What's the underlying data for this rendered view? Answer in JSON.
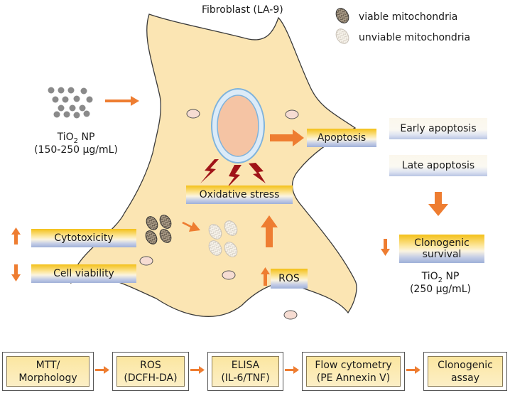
{
  "title": "Fibroblast (LA-9)",
  "legend": {
    "viable": "viable  mitochondria",
    "unviable": "unviable  mitochondria"
  },
  "treatment_left": {
    "name": "TiO",
    "sub": "2",
    "suffix": " NP",
    "dose": "(150-250 μg/mL)"
  },
  "treatment_right": {
    "name": "TiO",
    "sub": "2",
    "suffix": " NP",
    "dose": "(250 μg/mL)"
  },
  "labels": {
    "apoptosis": "Apoptosis",
    "early_apoptosis": "Early apoptosis",
    "late_apoptosis": "Late apoptosis",
    "oxidative_stress": "Oxidative   stress",
    "cytotoxicity": "Cytotoxicity",
    "cell_viability": "Cell viability",
    "ros": "ROS",
    "clonogenic_survival": "Clonogenic\nsurvival"
  },
  "assay_steps": [
    "MTT/\nMorphology",
    "ROS\n(DCFH-DA)",
    "ELISA\n(IL-6/TNF)",
    "Flow cytometry\n(PE Annexin V)",
    "Clonogenic\nassay"
  ],
  "colors": {
    "cell_fill": "#fbe5b3",
    "cell_stroke": "#3a3a3a",
    "nucleus": "#f5c4a4",
    "nucleus_ring": "#7fb3dc",
    "arrow": "#ee7d31",
    "lightning": "#a01418",
    "nanoparticle": "#8a8a8a",
    "bar_yellow": "#f3c017",
    "bar_blue": "#9fb0d8"
  }
}
